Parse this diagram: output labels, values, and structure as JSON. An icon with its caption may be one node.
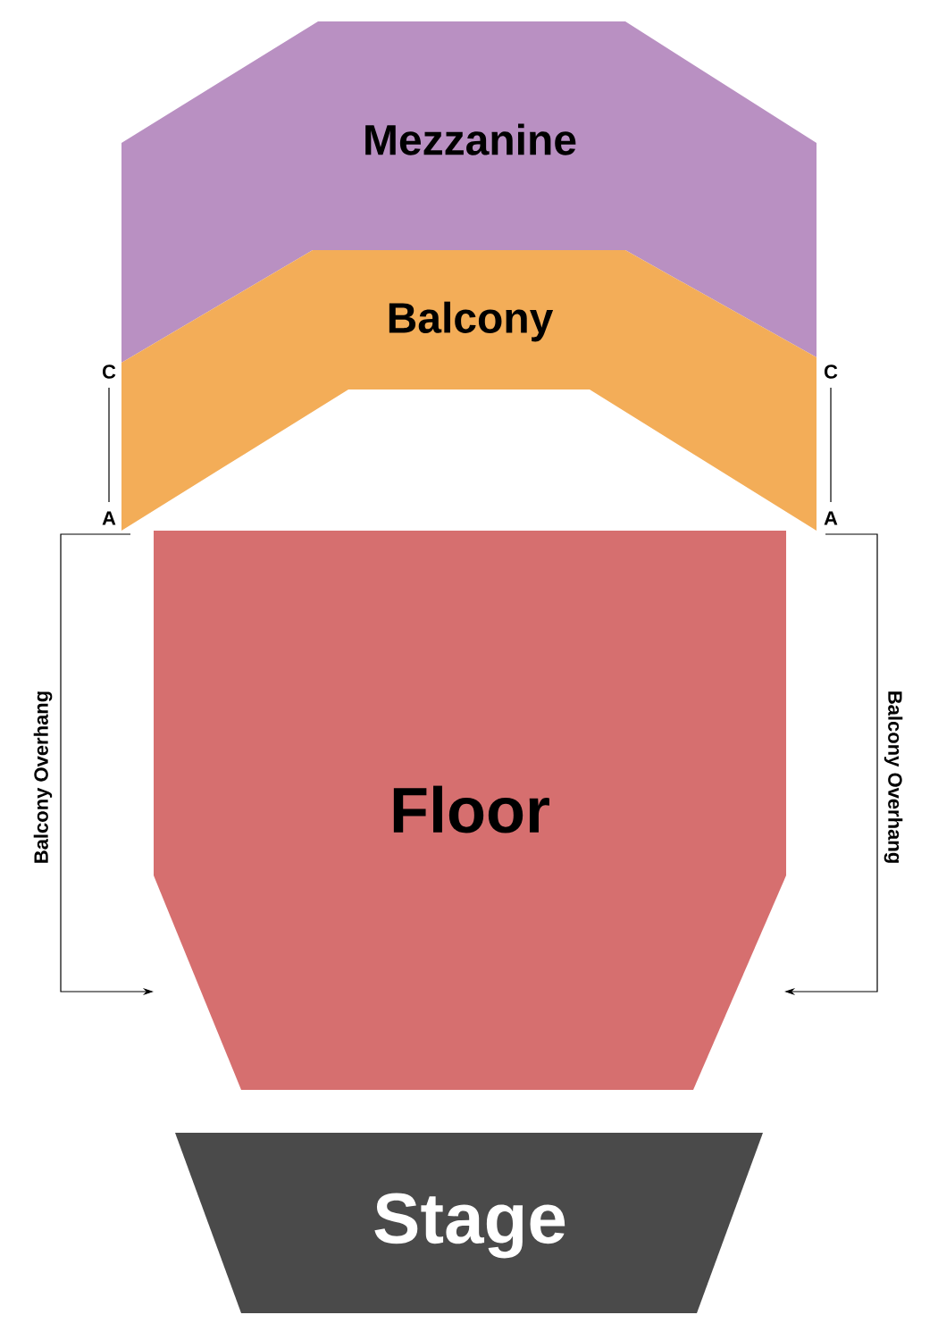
{
  "diagram": {
    "nodes": [
      {
        "text": [
          "Mezzanine"
        ]
      },
      {
        "text": [
          "Balcony"
        ]
      },
      {
        "text": [
          "Floor"
        ]
      },
      {
        "text": [
          "Stage"
        ]
      }
    ],
    "labels": [
      "C",
      "C",
      "A",
      "A",
      "Balcony Overhang",
      "Balcony Overhang"
    ]
  }
}
